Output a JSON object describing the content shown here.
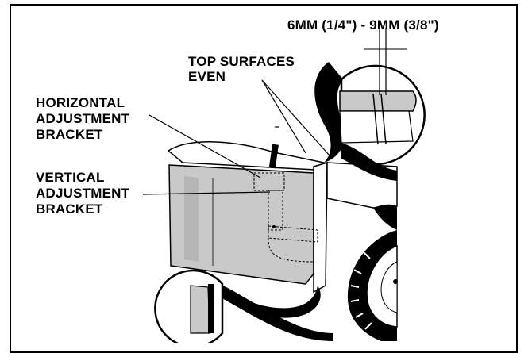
{
  "labels": {
    "gap_measurement": "6MM (1/4\") - 9MM (3/8\")",
    "top_surfaces_line1": "TOP SURFACES",
    "top_surfaces_line2": "EVEN",
    "horizontal_line1": "HORIZONTAL",
    "horizontal_line2": "ADJUSTMENT",
    "horizontal_line3": "BRACKET",
    "vertical_line1": "VERTICAL",
    "vertical_line2": "ADJUSTMENT",
    "vertical_line3": "BRACKET"
  },
  "colors": {
    "panel_gray": "#c9c9c9",
    "line": "#000000",
    "background": "#ffffff"
  }
}
